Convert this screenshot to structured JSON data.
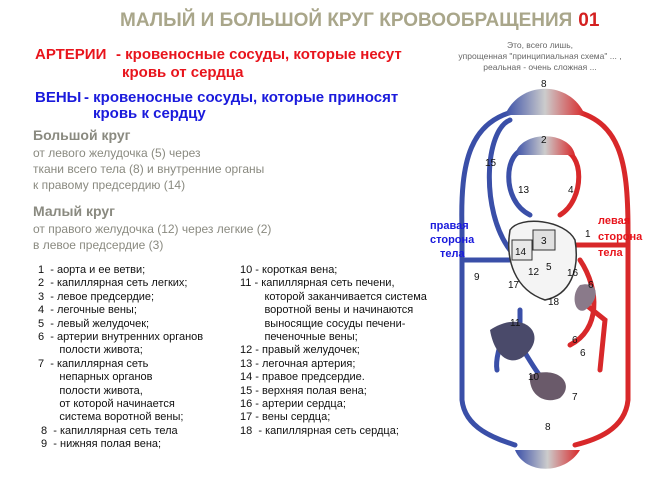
{
  "title": {
    "text": "МАЛЫЙ И БОЛЬШОЙ КРУГ КРОВООБРАЩЕНИЯ",
    "number": "01"
  },
  "arteries": {
    "term": "АРТЕРИИ",
    "def1": "- кровеносные сосуды, которые несут",
    "def2": "кровь от сердца"
  },
  "veins": {
    "term": "ВЕНЫ",
    "def1": "- кровеносные сосуды, которые приносят",
    "def2": "кровь к сердцу"
  },
  "big_circle": {
    "heading": "Большой круг",
    "lines": [
      "от левого желудочка (5) через",
      "ткани всего тела (8)  и внутренние органы",
      "к  правому предсердию (14)"
    ]
  },
  "small_circle": {
    "heading": "Малый круг",
    "lines": [
      "от правого желудочка (12) через легкие (2)",
      "в левое предсердие (3)"
    ]
  },
  "note": [
    "Это, всего лишь,",
    "упрощенная \"принципиальная схема\" ... ,",
    "реальная  - очень сложная ..."
  ],
  "legend_left": [
    "1  - аорта и ее ветви;",
    "2  - капиллярная сеть легких;",
    "3  - левое предсердие;",
    "4  - легочные вены;",
    "5  - левый желудочек;",
    "6  - артерии внутренних органов",
    "       полости живота;",
    "7  - капиллярная сеть",
    "       непарных органов",
    "       полости живота,",
    "       от которой начинается",
    "       система воротной вены;",
    " 8  - капиллярная сеть тела",
    " 9  - нижняя полая вена;"
  ],
  "legend_right": [
    "10 - короткая вена;",
    "11 - капиллярная сеть печени,",
    "        которой заканчивается система",
    "        воротной вены и начинаются",
    "        выносящие сосуды печени-",
    "        печеночные вены;",
    "12 - правый желудочек;",
    "13 - легочная артерия;",
    "14 - правое предсердие.",
    "15 - верхняя полая вена;",
    "16 - артерии сердца;",
    "17 - вены сердца;",
    "18  - капиллярная сеть сердца;"
  ],
  "diagram": {
    "right_side": [
      "правая",
      "сторона",
      "тела"
    ],
    "left_side": [
      "левая",
      "сторона",
      "тела"
    ],
    "labels": [
      "8",
      "2",
      "15",
      "13",
      "4",
      "3",
      "14",
      "5",
      "12",
      "16",
      "17",
      "18",
      "1",
      "9",
      "6",
      "11",
      "6",
      "6",
      "10",
      "7",
      "8"
    ],
    "colors": {
      "artery": "#d8282a",
      "vein": "#3a4fa8"
    }
  }
}
